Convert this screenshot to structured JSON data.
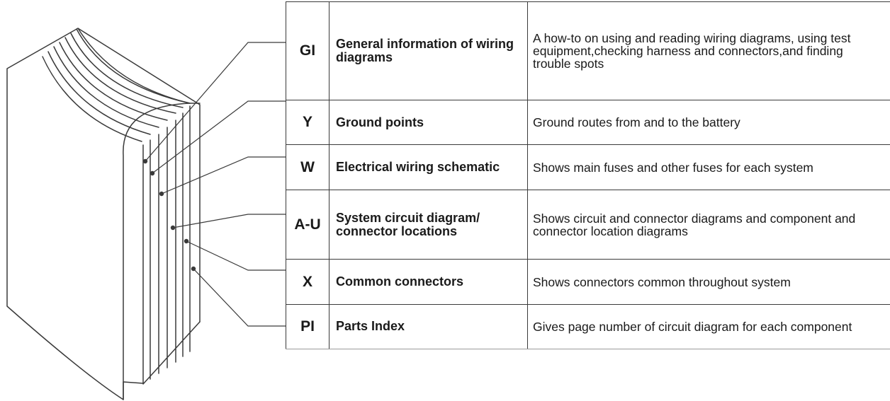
{
  "sections": [
    {
      "code": "GI",
      "name": "General information of wiring diagrams",
      "description": "A how-to on using and reading wiring diagrams, using test equipment,checking harness and connectors,and finding trouble spots"
    },
    {
      "code": "Y",
      "name": "Ground points",
      "description": "Ground routes from and to the battery"
    },
    {
      "code": "W",
      "name": "Electrical wiring schematic",
      "description": "Shows main fuses and other fuses for each system"
    },
    {
      "code": "A-U",
      "name": "System circuit diagram/ connector locations",
      "description": "Shows circuit and connector diagrams and component and connector location diagrams"
    },
    {
      "code": "X",
      "name": "Common connectors",
      "description": "Shows connectors common throughout system"
    },
    {
      "code": "PI",
      "name": "Parts Index",
      "description": "Gives page number of circuit diagram for each component"
    }
  ],
  "colors": {
    "line": "#3a3a3a",
    "text": "#1a1a1a",
    "background": "#ffffff"
  }
}
